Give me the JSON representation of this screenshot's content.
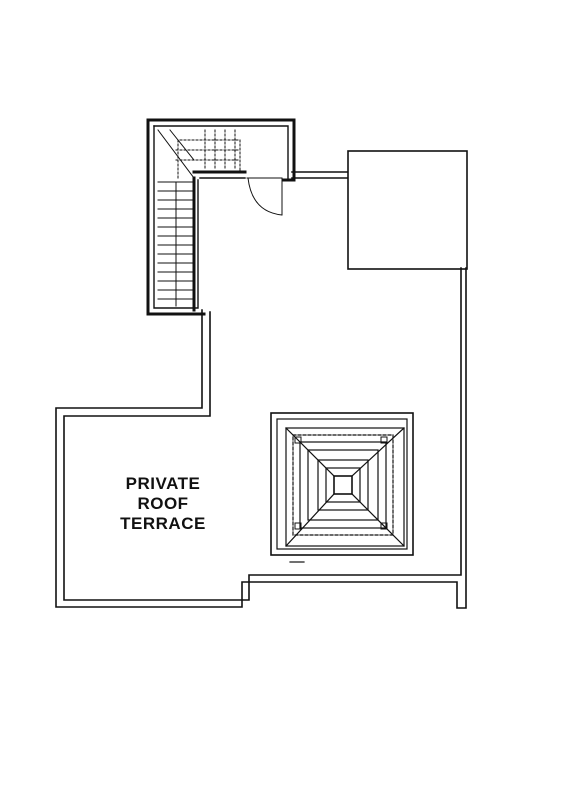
{
  "terrace_label": {
    "line1": "PRIVATE",
    "line2": "ROOF",
    "line3": "TERRACE"
  },
  "icons": [
    "stair-icon",
    "door-swing-icon",
    "skylight-icon"
  ],
  "colors": {
    "line": "#111111",
    "background": "#ffffff"
  }
}
